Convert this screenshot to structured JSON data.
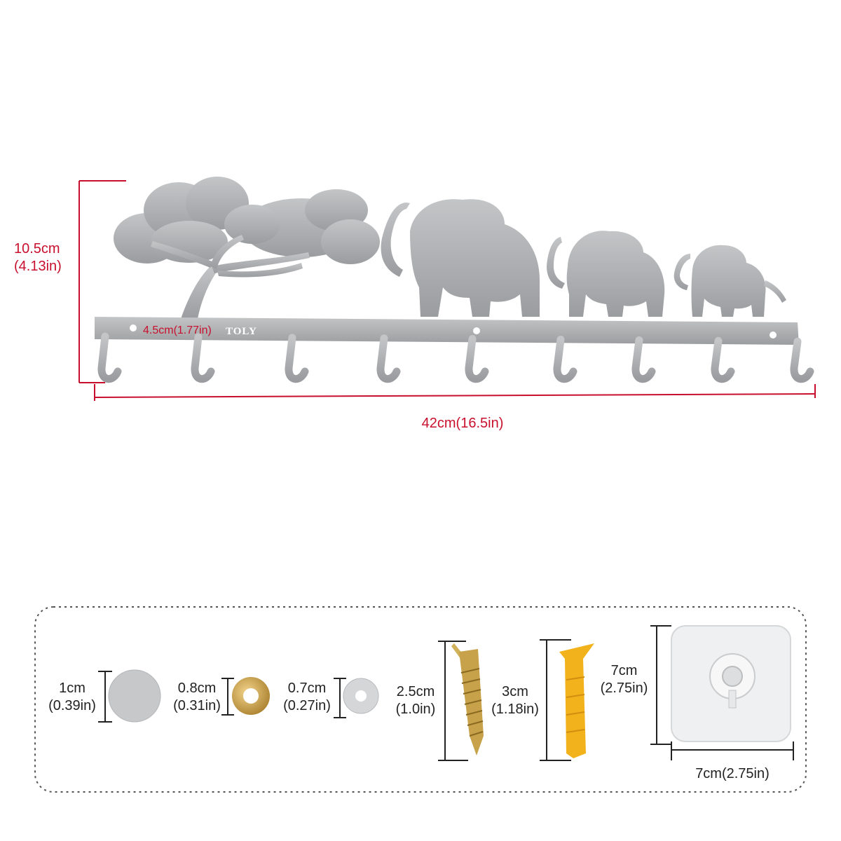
{
  "rack": {
    "height_cm": "10.5cm",
    "height_in": "(4.13in)",
    "width_label": "42cm(16.5in)",
    "spacing_label": "4.5cm(1.77in)",
    "brand": "TOLY"
  },
  "parts": [
    {
      "name": "felt-pad",
      "cm": "1cm",
      "in": "(0.39in)"
    },
    {
      "name": "brass-eyelet",
      "cm": "0.8cm",
      "in": "(0.31in)"
    },
    {
      "name": "washer",
      "cm": "0.7cm",
      "in": "(0.27in)"
    },
    {
      "name": "screw",
      "cm": "2.5cm",
      "in": "(1.0in)"
    },
    {
      "name": "wall-anchor",
      "cm": "3cm",
      "in": "(1.18in)"
    },
    {
      "name": "adhesive-hook",
      "cm": "7cm",
      "in": "(2.75in)",
      "width_label": "7cm(2.75in)"
    }
  ],
  "colors": {
    "dimension_red": "#c8102e",
    "metal": "#a9abad",
    "brass": "#c9a24a",
    "anchor_yellow": "#f2b21c"
  }
}
